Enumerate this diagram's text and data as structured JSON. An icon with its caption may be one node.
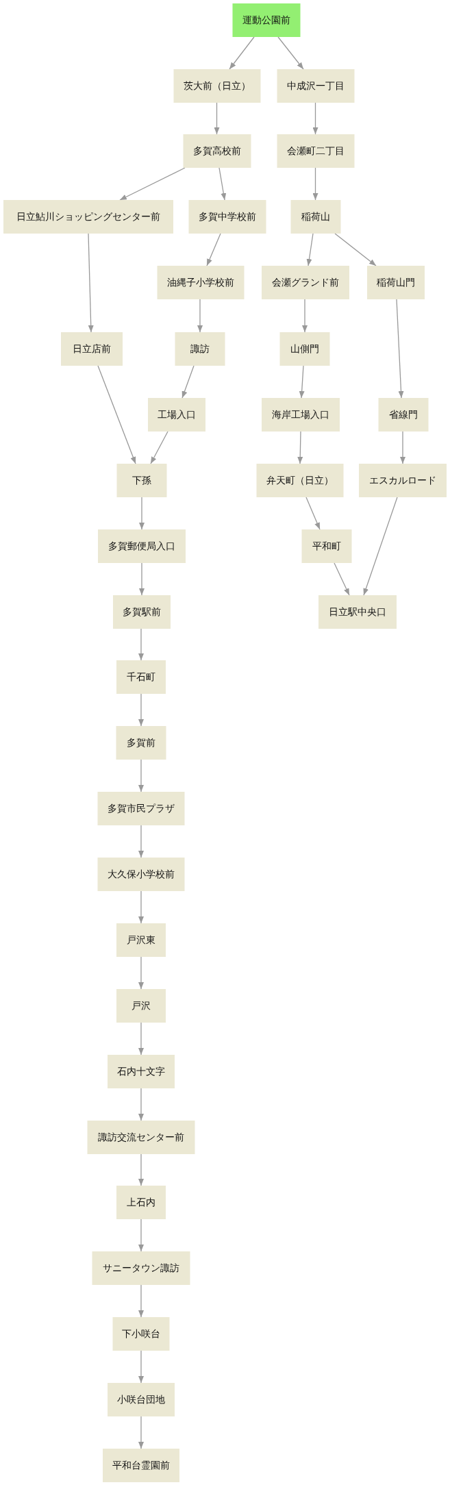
{
  "diagram": {
    "nodes": [
      {
        "text": [
          "運動公園前"
        ]
      },
      {
        "text": [
          "茨大前（日立）"
        ]
      },
      {
        "text": [
          "中成沢一丁目"
        ]
      },
      {
        "text": [
          "多賀高校前"
        ]
      },
      {
        "text": [
          "会瀬町二丁目"
        ]
      },
      {
        "text": [
          "日立鮎川ショッピングセンター前"
        ]
      },
      {
        "text": [
          "多賀中学校前"
        ]
      },
      {
        "text": [
          "稲荷山"
        ]
      },
      {
        "text": [
          "油縄子小学校前"
        ]
      },
      {
        "text": [
          "会瀬グランド前"
        ]
      },
      {
        "text": [
          "稲荷山門"
        ]
      },
      {
        "text": [
          "日立店前"
        ]
      },
      {
        "text": [
          "諏訪"
        ]
      },
      {
        "text": [
          "山側門"
        ]
      },
      {
        "text": [
          "工場入口"
        ]
      },
      {
        "text": [
          "海岸工場入口"
        ]
      },
      {
        "text": [
          "省線門"
        ]
      },
      {
        "text": [
          "下孫"
        ]
      },
      {
        "text": [
          "弁天町（日立）"
        ]
      },
      {
        "text": [
          "エスカルロード"
        ]
      },
      {
        "text": [
          "多賀郵便局入口"
        ]
      },
      {
        "text": [
          "平和町"
        ]
      },
      {
        "text": [
          "多賀駅前"
        ]
      },
      {
        "text": [
          "日立駅中央口"
        ]
      },
      {
        "text": [
          "千石町"
        ]
      },
      {
        "text": [
          "多賀前"
        ]
      },
      {
        "text": [
          "多賀市民プラザ"
        ]
      },
      {
        "text": [
          "大久保小学校前"
        ]
      },
      {
        "text": [
          "戸沢東"
        ]
      },
      {
        "text": [
          "戸沢"
        ]
      },
      {
        "text": [
          "石内十文字"
        ]
      },
      {
        "text": [
          "諏訪交流センター前"
        ]
      },
      {
        "text": [
          "上石内"
        ]
      },
      {
        "text": [
          "サニータウン諏訪"
        ]
      },
      {
        "text": [
          "下小咲台"
        ]
      },
      {
        "text": [
          "小咲台団地"
        ]
      },
      {
        "text": [
          "平和台霊園前"
        ]
      }
    ],
    "edges": [
      {
        "from": 0,
        "to": 1,
        "arrow": "to"
      },
      {
        "from": 0,
        "to": 2,
        "arrow": "to"
      },
      {
        "from": 1,
        "to": 3,
        "arrow": "to"
      },
      {
        "from": 2,
        "to": 4,
        "arrow": "to"
      },
      {
        "from": 3,
        "to": 5,
        "arrow": "to"
      },
      {
        "from": 3,
        "to": 6,
        "arrow": "to"
      },
      {
        "from": 4,
        "to": 7,
        "arrow": "to"
      },
      {
        "from": 5,
        "to": 11,
        "arrow": "to"
      },
      {
        "from": 6,
        "to": 8,
        "arrow": "to"
      },
      {
        "from": 7,
        "to": 9,
        "arrow": "to"
      },
      {
        "from": 7,
        "to": 10,
        "arrow": "to"
      },
      {
        "from": 8,
        "to": 12,
        "arrow": "to"
      },
      {
        "from": 9,
        "to": 13,
        "arrow": "to"
      },
      {
        "from": 10,
        "to": 16,
        "arrow": "to"
      },
      {
        "from": 11,
        "to": 17,
        "arrow": "to"
      },
      {
        "from": 12,
        "to": 14,
        "arrow": "to"
      },
      {
        "from": 13,
        "to": 15,
        "arrow": "to"
      },
      {
        "from": 14,
        "to": 17,
        "arrow": "to"
      },
      {
        "from": 15,
        "to": 18,
        "arrow": "to"
      },
      {
        "from": 16,
        "to": 19,
        "arrow": "to"
      },
      {
        "from": 17,
        "to": 20,
        "arrow": "to"
      },
      {
        "from": 18,
        "to": 21,
        "arrow": "to"
      },
      {
        "from": 19,
        "to": 23,
        "arrow": "to"
      },
      {
        "from": 20,
        "to": 22,
        "arrow": "to"
      },
      {
        "from": 21,
        "to": 23,
        "arrow": "to"
      },
      {
        "from": 22,
        "to": 24,
        "arrow": "to"
      },
      {
        "from": 24,
        "to": 25,
        "arrow": "to"
      },
      {
        "from": 25,
        "to": 26,
        "arrow": "to"
      },
      {
        "from": 26,
        "to": 27,
        "arrow": "to"
      },
      {
        "from": 27,
        "to": 28,
        "arrow": "to"
      },
      {
        "from": 28,
        "to": 29,
        "arrow": "to"
      },
      {
        "from": 29,
        "to": 30,
        "arrow": "to"
      },
      {
        "from": 30,
        "to": 31,
        "arrow": "to"
      },
      {
        "from": 31,
        "to": 32,
        "arrow": "to"
      },
      {
        "from": 32,
        "to": 33,
        "arrow": "to"
      },
      {
        "from": 33,
        "to": 34,
        "arrow": "to"
      },
      {
        "from": 34,
        "to": 35,
        "arrow": "to"
      },
      {
        "from": 35,
        "to": 36,
        "arrow": "to"
      }
    ]
  }
}
